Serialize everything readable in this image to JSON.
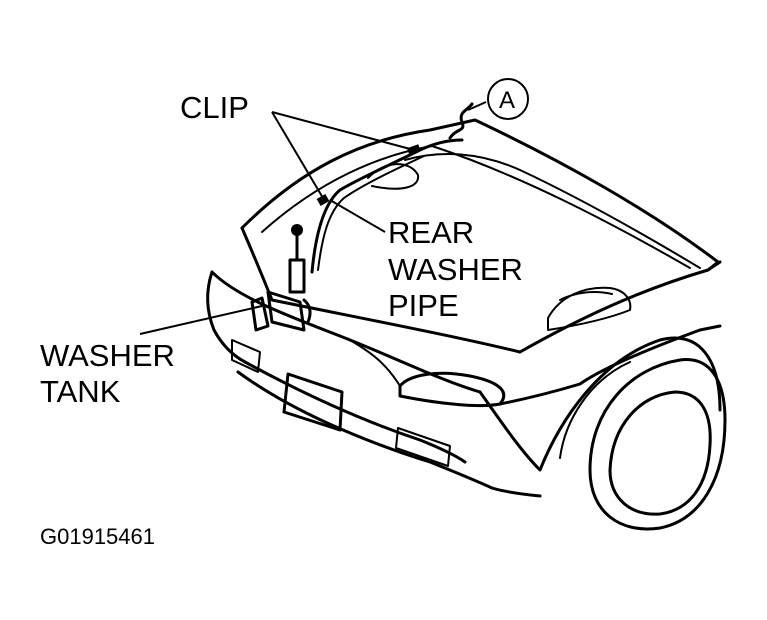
{
  "labels": {
    "clip": "CLIP",
    "rear_washer_pipe_line1": "REAR",
    "rear_washer_pipe_line2": "WASHER",
    "rear_washer_pipe_line3": "PIPE",
    "washer_tank_line1": "WASHER",
    "washer_tank_line2": "TANK",
    "callout_a": "A"
  },
  "figure_id": "G01915461"
}
